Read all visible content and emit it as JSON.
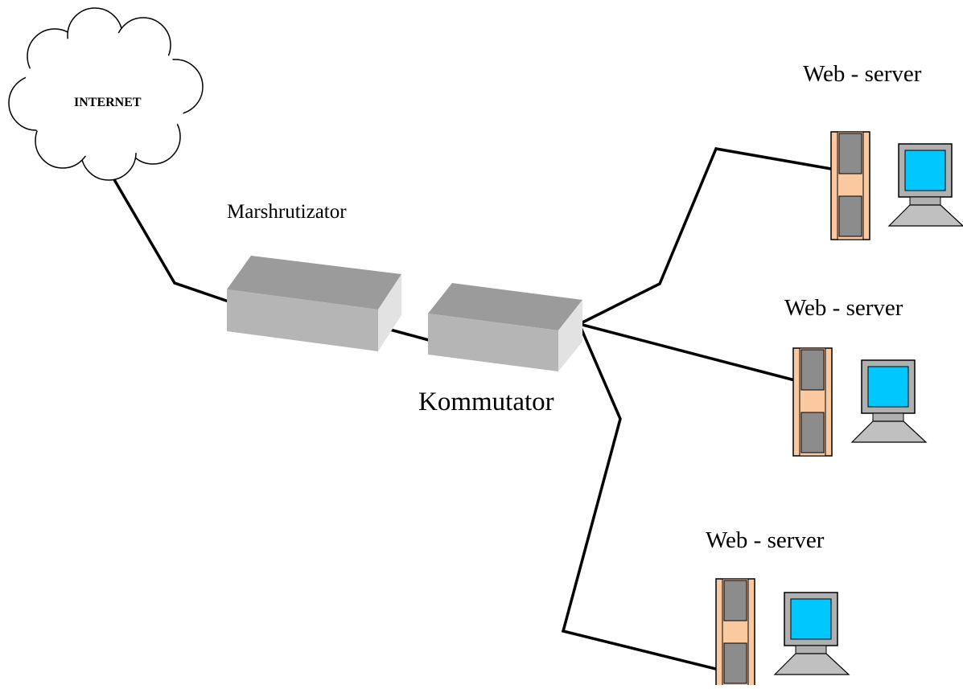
{
  "diagram": {
    "internet_label": "INTERNET",
    "router_label": "Marshrutizator",
    "switch_label": "Kommutator",
    "servers": [
      {
        "label": "Web - server"
      },
      {
        "label": "Web - server"
      },
      {
        "label": "Web - server"
      }
    ]
  },
  "colors": {
    "cable": "#000000",
    "device_top": "#9b9b9b",
    "device_front": "#b5b5b5",
    "device_side": "#e2e2e2",
    "tower_frame": "#fbc9a0",
    "tower_bay": "#8c8c8c",
    "monitor_screen": "#00c8ff",
    "monitor_frame": "#b0b0b0",
    "keyboard": "#c0c0c0"
  }
}
